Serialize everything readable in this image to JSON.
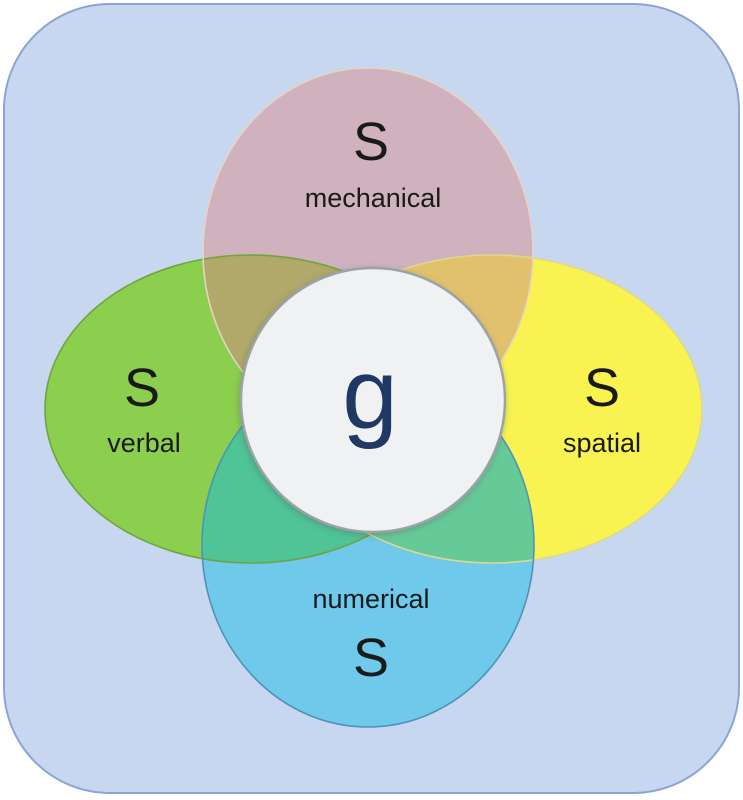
{
  "diagram": {
    "type": "venn-flower",
    "center_label": "g",
    "regions": [
      {
        "s": "S",
        "name": "mechanical",
        "fill": "#cfb2bd",
        "stroke": "#e8d3c3"
      },
      {
        "s": "S",
        "name": "verbal",
        "fill": "#8ccf4e",
        "stroke": "#6fa53e"
      },
      {
        "s": "S",
        "name": "spatial",
        "fill": "#f8f351",
        "stroke": "#ddd98b"
      },
      {
        "s": "S",
        "name": "numerical",
        "fill": "#6ec9ea",
        "stroke": "#4f93b8"
      }
    ],
    "overlaps": {
      "mechanical_verbal": "#b0a96a",
      "mechanical_spatial": "#e2c16d",
      "verbal_numerical": "#4ec497",
      "spatial_numerical": "#66c998"
    },
    "panel": {
      "fill": "#c7d7ef",
      "border": "#8aa4d4"
    },
    "center_circle": {
      "fill": "#f0f1f3",
      "border": "#9aa3a8"
    },
    "text": {
      "label_color": "#1a1a1a",
      "g_color": "#1f3864"
    }
  }
}
